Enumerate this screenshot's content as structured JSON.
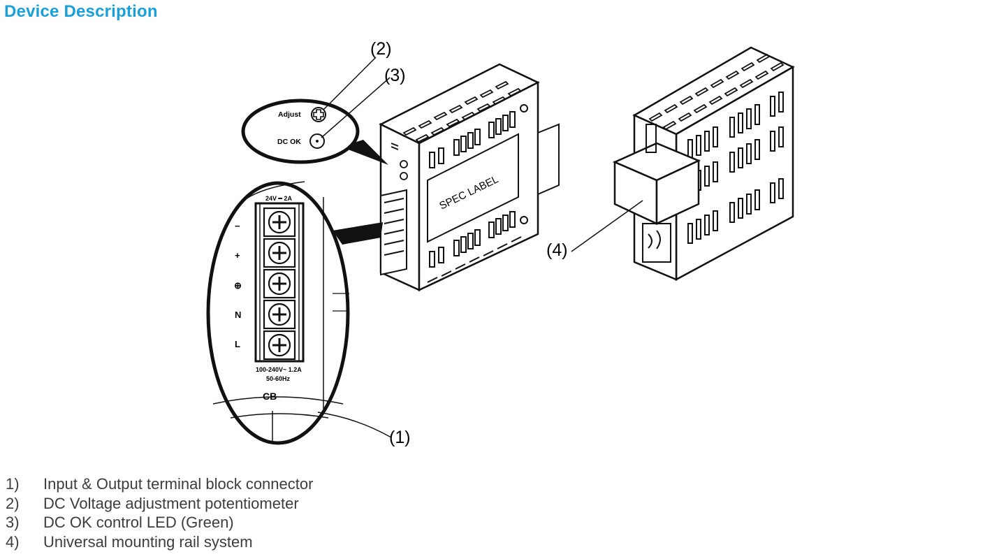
{
  "title": "Device Description",
  "figure": {
    "callouts": [
      "(1)",
      "(2)",
      "(3)",
      "(4)"
    ],
    "inset_top": {
      "adjust_label": "Adjust",
      "dcok_label": "DC OK"
    },
    "inset_terminal": {
      "rating_top": "24V ━ 2A",
      "terminal_labels": [
        "−",
        "+",
        "⊕",
        "N",
        "L"
      ],
      "input_rating": "100-240V~ 1.2A",
      "frequency": "50-60Hz",
      "logo_text": "CB"
    },
    "spec_label": "SPEC LABEL"
  },
  "items": [
    {
      "num": "1)",
      "text": "Input & Output terminal block connector"
    },
    {
      "num": "2)",
      "text": "DC Voltage adjustment potentiometer"
    },
    {
      "num": "3)",
      "text": "DC OK control LED (Green)"
    },
    {
      "num": "4)",
      "text": "Universal mounting rail system"
    }
  ]
}
